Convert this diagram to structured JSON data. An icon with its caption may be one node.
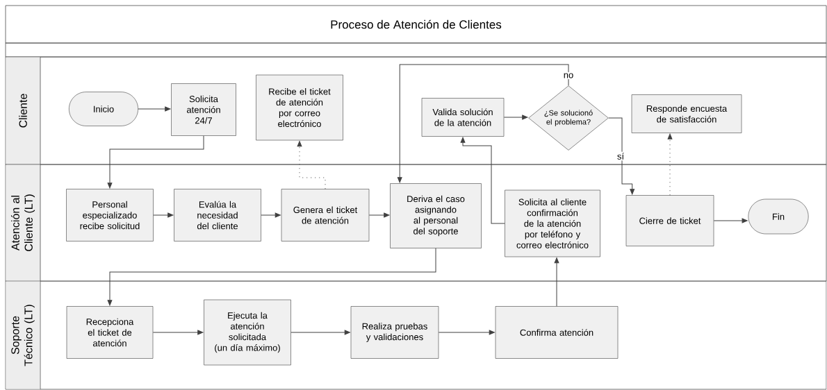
{
  "diagram": {
    "title": "Proceso de Atención de Clientes",
    "nodes": [
      {
        "text": [
          "Cliente"
        ]
      },
      {
        "text": [
          "Atención al Cliente (LT)"
        ]
      },
      {
        "text": [
          "Soporte Técnico (LT)"
        ]
      },
      {
        "text": [
          "Inicio"
        ],
        "in": 0
      },
      {
        "text": [
          "Solicita atención 24/7"
        ],
        "in": 0
      },
      {
        "text": [
          "Recibe el ticket de atención por correo electrónico"
        ],
        "in": 0
      },
      {
        "text": [
          "Valida solución de la atención"
        ],
        "in": 0
      },
      {
        "text": [
          "¿Se solucionó el problema?"
        ],
        "in": 0
      },
      {
        "text": [
          "Responde encuesta de satisfacción"
        ],
        "in": 0
      },
      {
        "text": [
          "Personal especializado recibe solicitud"
        ],
        "in": 1
      },
      {
        "text": [
          "Evalúa la necesidad del cliente"
        ],
        "in": 1
      },
      {
        "text": [
          "Genera el ticket de atención"
        ],
        "in": 1
      },
      {
        "text": [
          "Deriva el caso asignando al personal del soporte"
        ],
        "in": 1
      },
      {
        "text": [
          "Solicita al cliente confirmación de la atención por teléfono y correo electrónico"
        ],
        "in": 1
      },
      {
        "text": [
          "Cierre de ticket"
        ],
        "in": 1
      },
      {
        "text": [
          "Fin"
        ],
        "in": 1
      },
      {
        "text": [
          "Recepciona el ticket de atención"
        ],
        "in": 2
      },
      {
        "text": [
          "Ejecuta la atención solicitada (un día máximo)"
        ],
        "in": 2
      },
      {
        "text": [
          "Realiza pruebas y validaciones"
        ],
        "in": 2
      },
      {
        "text": [
          "Confirma atención"
        ],
        "in": 2
      }
    ],
    "edges": [
      {
        "from": 3,
        "to": 4,
        "arrow": "to"
      },
      {
        "from": 4,
        "to": 9,
        "arrow": "to"
      },
      {
        "from": 9,
        "to": 10,
        "arrow": "to"
      },
      {
        "from": 10,
        "to": 11,
        "arrow": "to"
      },
      {
        "from": 11,
        "to": 12,
        "arrow": "to"
      },
      {
        "from": 11,
        "to": 5,
        "arrow": "to",
        "style": "dashed"
      },
      {
        "from": 12,
        "to": 16,
        "arrow": "to"
      },
      {
        "from": 16,
        "to": 17,
        "arrow": "to"
      },
      {
        "from": 17,
        "to": 18,
        "arrow": "to"
      },
      {
        "from": 18,
        "to": 19,
        "arrow": "to"
      },
      {
        "from": 19,
        "to": 13,
        "arrow": "to"
      },
      {
        "from": 13,
        "to": 6,
        "arrow": "to"
      },
      {
        "from": 6,
        "to": 7,
        "arrow": "to"
      },
      {
        "from": 7,
        "to": 12,
        "arrow": "to",
        "label": "no"
      },
      {
        "from": 7,
        "to": 14,
        "arrow": "to",
        "label": "sí"
      },
      {
        "from": 14,
        "to": 8,
        "arrow": "to",
        "style": "dashed"
      },
      {
        "from": 14,
        "to": 15,
        "arrow": "to"
      }
    ]
  }
}
